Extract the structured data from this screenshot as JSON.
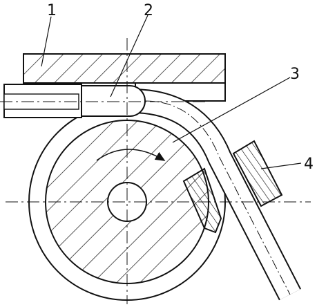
{
  "figure": {
    "labels": [
      {
        "id": "upper-block",
        "text": "1"
      },
      {
        "id": "clamp",
        "text": "2"
      },
      {
        "id": "tube",
        "text": "3"
      },
      {
        "id": "roller",
        "text": "4"
      }
    ]
  },
  "colors": {
    "line": "#111111",
    "background": "#ffffff"
  }
}
